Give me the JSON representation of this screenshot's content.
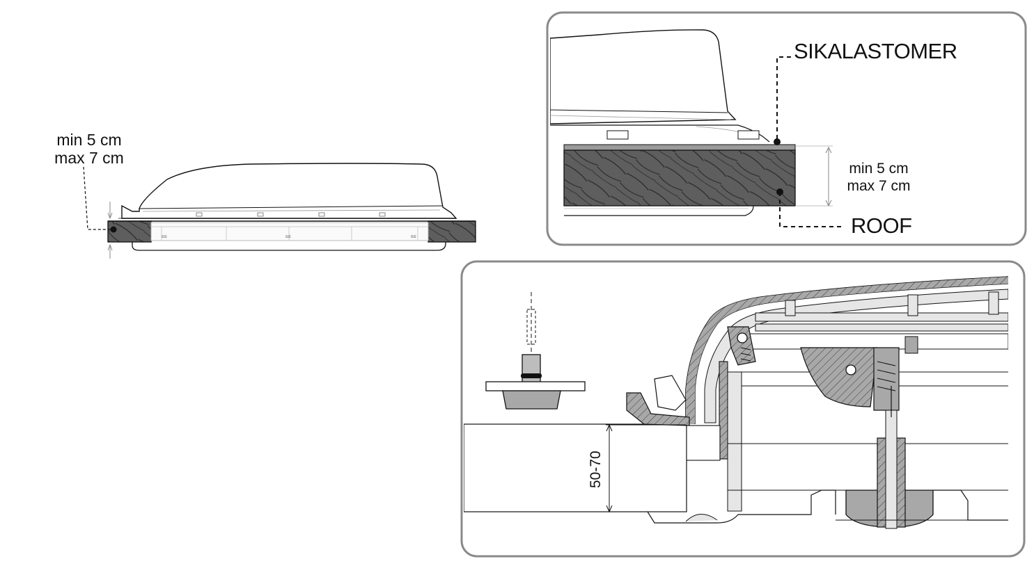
{
  "left_view": {
    "thickness_min": "min 5 cm",
    "thickness_max": "max 7 cm"
  },
  "detail_top": {
    "sealant_label": "SIKALASTOMER",
    "roof_label": "ROOF",
    "thickness_min": "min 5 cm",
    "thickness_max": "max 7 cm"
  },
  "detail_bottom": {
    "dimension_label": "50-70"
  },
  "colors": {
    "line": "#111111",
    "frame": "#8a8a8a",
    "roof_wood": "#5e5e5e",
    "sealant": "#9a9a9a",
    "section_fill": "#a8a8a8",
    "light_fill": "#e6e6e6"
  }
}
